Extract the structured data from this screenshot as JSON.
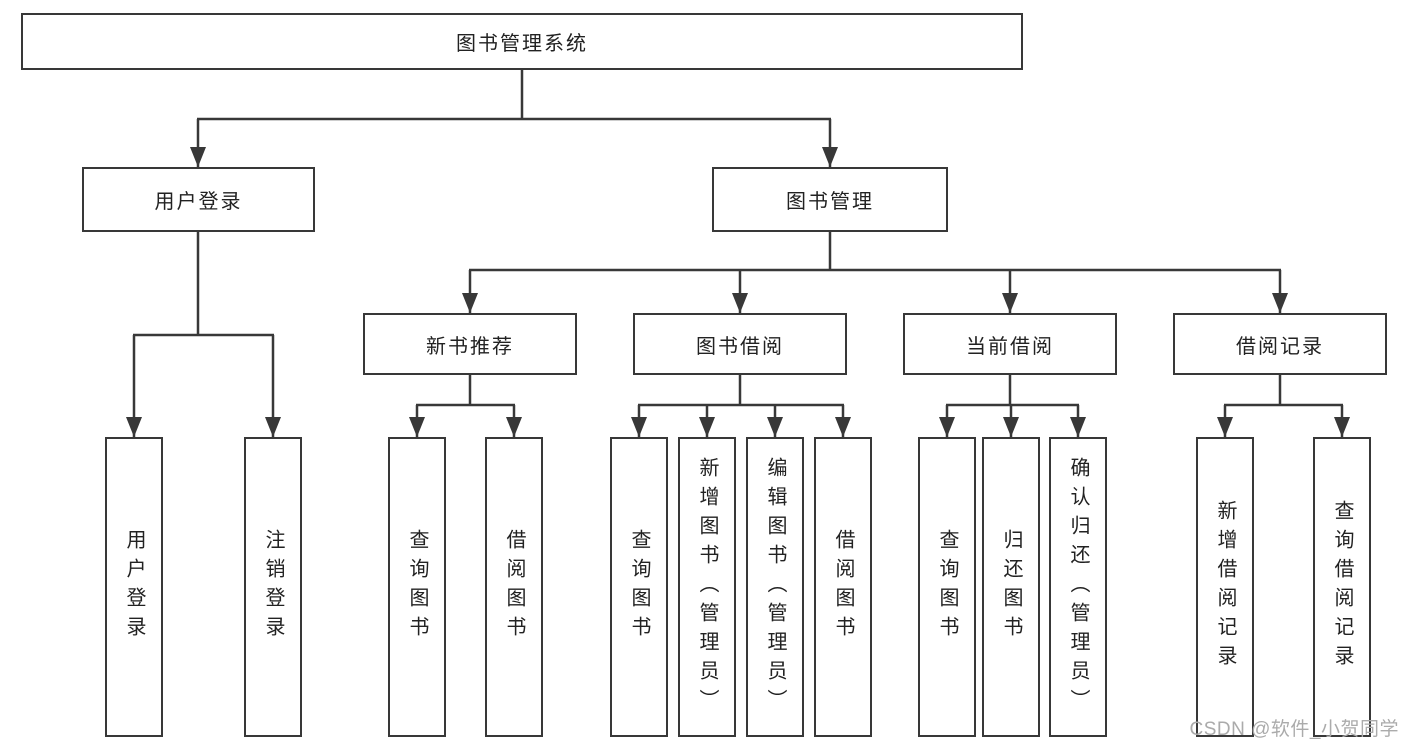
{
  "diagram": {
    "title": "图书管理系统",
    "branches": [
      {
        "label": "用户登录",
        "children": [
          {
            "label": "用户登录"
          },
          {
            "label": "注销登录"
          }
        ]
      },
      {
        "label": "图书管理",
        "children": [
          {
            "label": "新书推荐",
            "children": [
              {
                "label": "查询图书"
              },
              {
                "label": "借阅图书"
              }
            ]
          },
          {
            "label": "图书借阅",
            "children": [
              {
                "label": "查询图书"
              },
              {
                "label": "新增图书（管理员）"
              },
              {
                "label": "编辑图书（管理员）"
              },
              {
                "label": "借阅图书"
              }
            ]
          },
          {
            "label": "当前借阅",
            "children": [
              {
                "label": "查询图书"
              },
              {
                "label": "归还图书"
              },
              {
                "label": "确认归还（管理员）"
              }
            ]
          },
          {
            "label": "借阅记录",
            "children": [
              {
                "label": "新增借阅记录"
              },
              {
                "label": "查询借阅记录"
              }
            ]
          }
        ]
      }
    ]
  },
  "watermark": {
    "text": "CSDN @软件_小贺同学"
  },
  "colors": {
    "line": "#383838",
    "text": "#222222",
    "background": "#ffffff",
    "watermark": "#ababab"
  }
}
